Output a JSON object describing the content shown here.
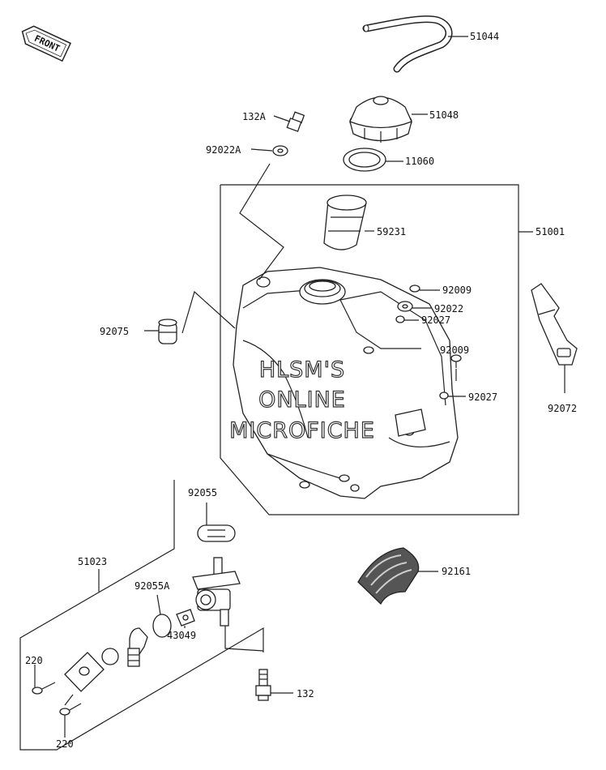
{
  "front_badge": "FRONT",
  "watermark": [
    "HLSM'S",
    "ONLINE",
    "MICROFICHE"
  ],
  "parts": {
    "p51044": "51044",
    "p51048": "51048",
    "p132A": "132A",
    "p92022A": "92022A",
    "p11060": "11060",
    "p59231": "59231",
    "p51001": "51001",
    "p92009a": "92009",
    "p92022": "92022",
    "p92027a": "92027",
    "p92075": "92075",
    "p92009b": "92009",
    "p92027b": "92027",
    "p92072": "92072",
    "p92055": "92055",
    "p51023": "51023",
    "p92055A": "92055A",
    "p43049": "43049",
    "p92161": "92161",
    "p220a": "220",
    "p132": "132",
    "p220b": "220"
  }
}
